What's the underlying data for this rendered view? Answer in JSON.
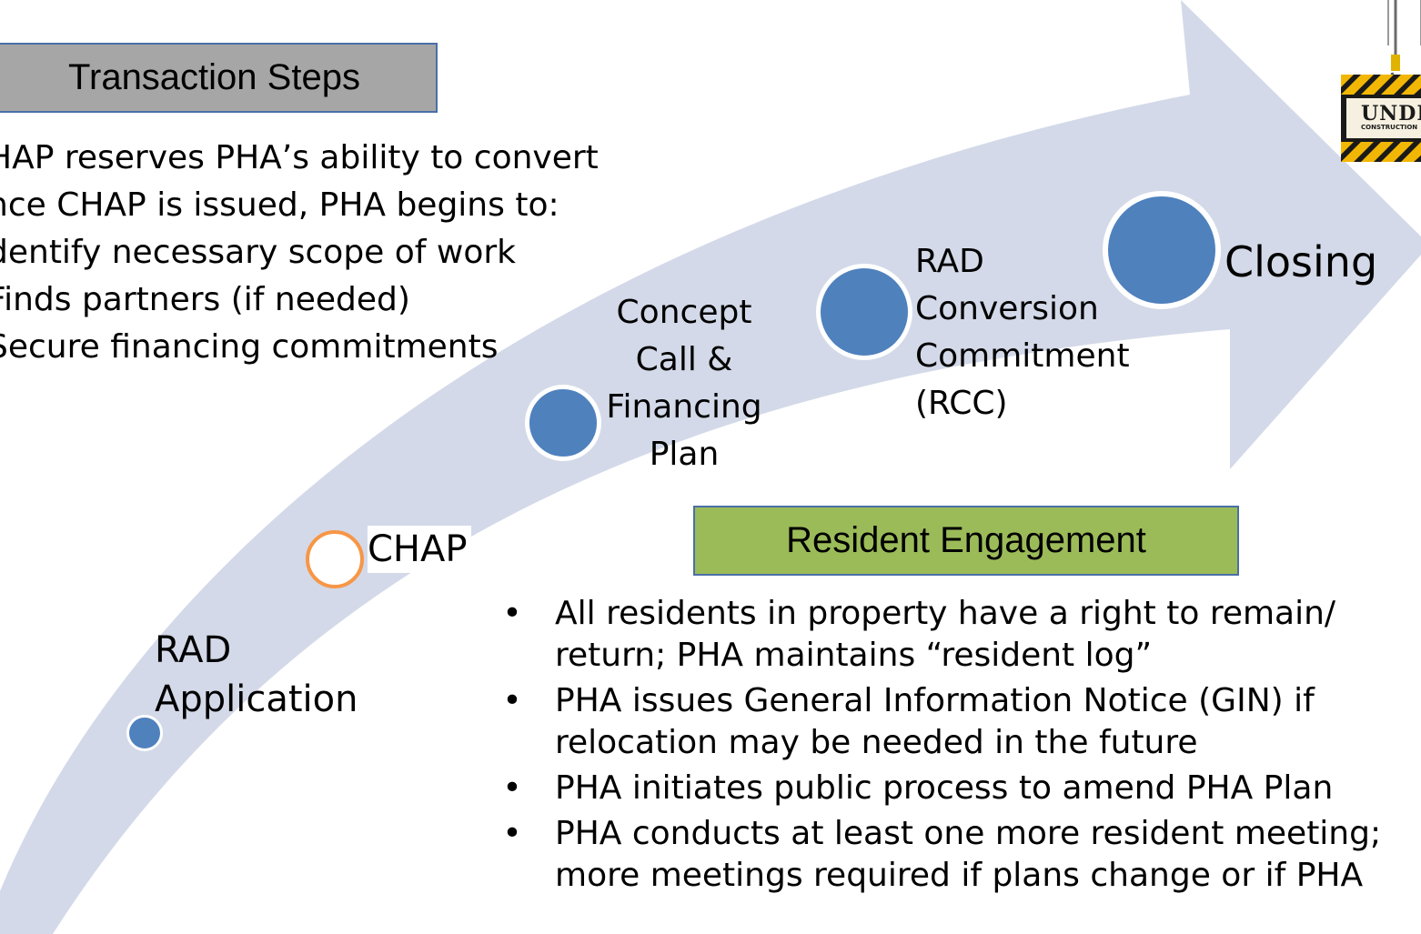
{
  "transaction_box": {
    "label": "Transaction Steps"
  },
  "transaction_lines": [
    "HAP reserves PHA’s ability to convert",
    "nce CHAP is issued, PHA begins to:",
    "dentify necessary scope of work",
    "Finds partners (if needed)",
    "Secure financing commitments"
  ],
  "steps": {
    "rad_application": {
      "line1": "RAD",
      "line2": "Application"
    },
    "chap": {
      "label": "CHAP"
    },
    "concept": {
      "line1": "Concept",
      "line2": "Call &",
      "line3": "Financing",
      "line4": "Plan"
    },
    "rcc": {
      "line1": "RAD",
      "line2": "Conversion",
      "line3": "Commitment",
      "line4": "(RCC)"
    },
    "closing": {
      "label": "Closing"
    }
  },
  "resident_box": {
    "label": "Resident Engagement"
  },
  "resident_bullets": [
    {
      "marker": "•",
      "lines": [
        "All residents in property have a right to remain/",
        "return; PHA maintains “resident log”"
      ]
    },
    {
      "marker": "•",
      "lines": [
        "PHA issues General Information Notice (GIN) if",
        "relocation may be needed in the future"
      ]
    },
    {
      "marker": "•",
      "lines": [
        "PHA initiates public process to amend PHA Plan"
      ]
    },
    {
      "marker": "•",
      "lines": [
        "PHA conducts at least one more resident meeting;",
        "more meetings required if plans change or if PHA"
      ]
    }
  ],
  "sign": {
    "text": "UNDER",
    "subtext": "CONSTRUCTION"
  },
  "colors": {
    "arrow": "#d3d9e8",
    "circle_fill": "#4f81bd",
    "circle_border": "#ffffff",
    "chap_border": "#f79646",
    "transaction_box": "#a6a6a6",
    "resident_box": "#9bbb59",
    "box_border": "#4a6fa8"
  }
}
